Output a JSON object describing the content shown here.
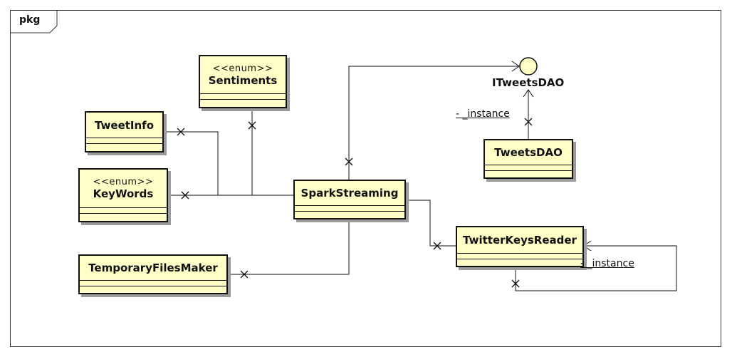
{
  "package": {
    "label": "pkg"
  },
  "classes": {
    "tweet_info": {
      "name": "TweetInfo",
      "stereotype": ""
    },
    "keywords": {
      "name": "KeyWords",
      "stereotype": "<<enum>>"
    },
    "sentiments": {
      "name": "Sentiments",
      "stereotype": "<<enum>>"
    },
    "spark_streaming": {
      "name": "SparkStreaming",
      "stereotype": ""
    },
    "temporary_files_maker": {
      "name": "TemporaryFilesMaker",
      "stereotype": ""
    },
    "tweets_dao": {
      "name": "TweetsDAO",
      "stereotype": ""
    },
    "twitter_keys_reader": {
      "name": "TwitterKeysReader",
      "stereotype": ""
    }
  },
  "interface": {
    "name": "ITweetsDAO"
  },
  "association_labels": {
    "tweets_dao_instance": "- _instance",
    "twitter_keys_reader_instance": "- _instance"
  },
  "colors": {
    "class_fill": "#fefec6",
    "line": "#111111",
    "shadow": "#9b9b9b",
    "interface_fill": "#fefec6"
  }
}
